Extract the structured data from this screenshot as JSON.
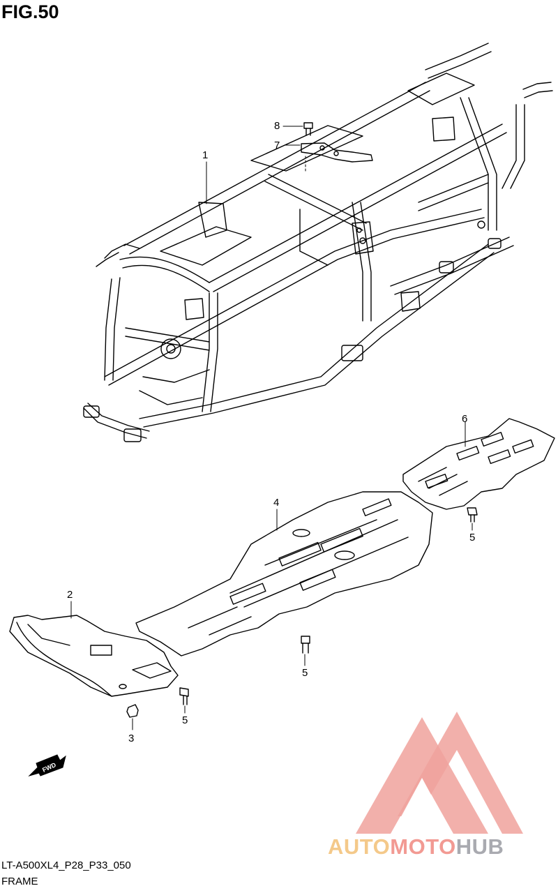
{
  "figure": {
    "title": "FIG.50"
  },
  "callouts": {
    "c1": "1",
    "c2": "2",
    "c3": "3",
    "c4": "4",
    "c5a": "5",
    "c5b": "5",
    "c5c": "5",
    "c6": "6",
    "c7": "7",
    "c8": "8"
  },
  "fwd_label": "FWD",
  "footer": {
    "code": "LT-A500XL4_P28_P33_050",
    "caption": "FRAME"
  },
  "watermark": {
    "part1": "AUTO",
    "part2": "MOTO",
    "part3": "HUB",
    "colors": {
      "auto": "#f4c98a",
      "moto": "#f29a93",
      "hub": "#a9aab0",
      "triangle": "#f0a29c"
    }
  }
}
